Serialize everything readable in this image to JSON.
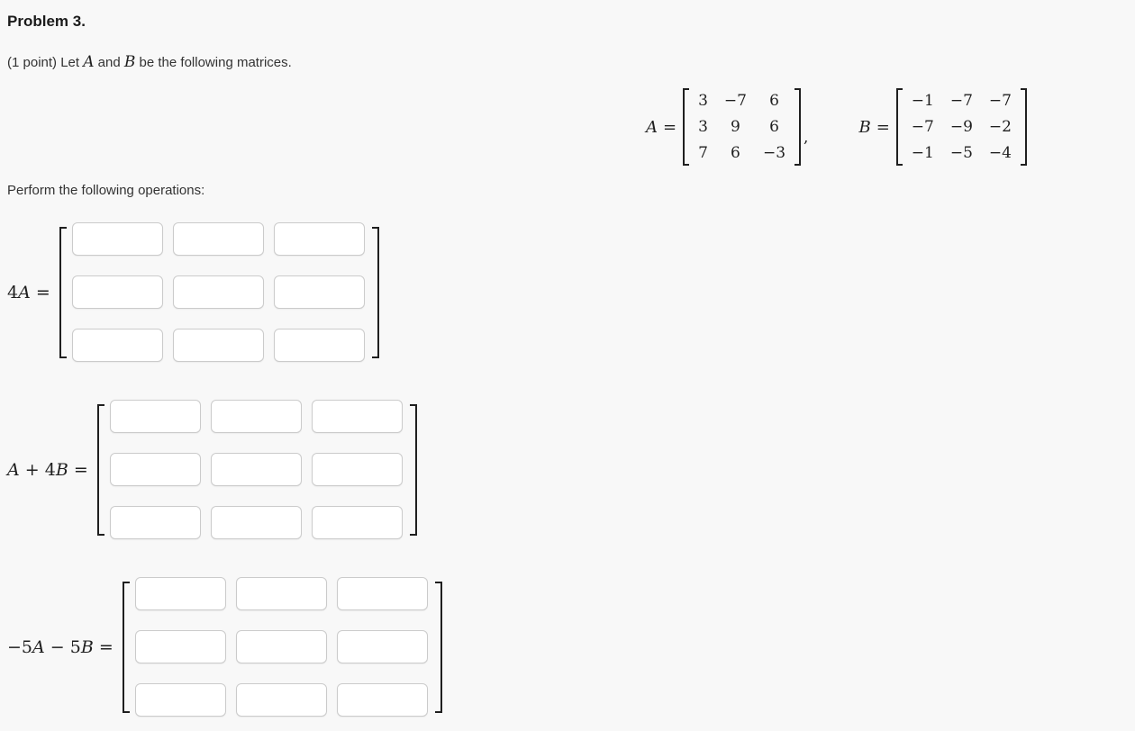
{
  "page": {
    "title": "Problem 3.",
    "intro": {
      "prefix": "(1 point) Let ",
      "var_a": "A",
      "mid": " and ",
      "var_b": "B",
      "suffix": " be the following matrices."
    },
    "instruction": "Perform the following operations:"
  },
  "matrix_definitions": {
    "comma": ",",
    "a": {
      "name": "A",
      "eq": "=",
      "rows": [
        [
          "3",
          "−7",
          "6"
        ],
        [
          "3",
          "9",
          "6"
        ],
        [
          "7",
          "6",
          "−3"
        ]
      ]
    },
    "b": {
      "name": "B",
      "eq": "=",
      "rows": [
        [
          "−1",
          "−7",
          "−7"
        ],
        [
          "−7",
          "−9",
          "−2"
        ],
        [
          "−1",
          "−5",
          "−4"
        ]
      ]
    }
  },
  "operations": [
    {
      "id": "4A",
      "label_tokens": [
        {
          "t": "4",
          "i": false
        },
        {
          "t": "A",
          "i": true
        },
        {
          "t": " =",
          "i": false
        }
      ],
      "answers": {
        "rows": 3,
        "cols": 3,
        "values": [
          [
            "",
            "",
            ""
          ],
          [
            "",
            "",
            ""
          ],
          [
            "",
            "",
            ""
          ]
        ]
      }
    },
    {
      "id": "A+4B",
      "label_tokens": [
        {
          "t": "A",
          "i": true
        },
        {
          "t": " + 4",
          "i": false
        },
        {
          "t": "B",
          "i": true
        },
        {
          "t": " =",
          "i": false
        }
      ],
      "answers": {
        "rows": 3,
        "cols": 3,
        "values": [
          [
            "",
            "",
            ""
          ],
          [
            "",
            "",
            ""
          ],
          [
            "",
            "",
            ""
          ]
        ]
      }
    },
    {
      "id": "-5A-5B",
      "label_tokens": [
        {
          "t": "−5",
          "i": false
        },
        {
          "t": "A",
          "i": true
        },
        {
          "t": " − 5",
          "i": false
        },
        {
          "t": "B",
          "i": true
        },
        {
          "t": " =",
          "i": false
        }
      ],
      "answers": {
        "rows": 3,
        "cols": 3,
        "values": [
          [
            "",
            "",
            ""
          ],
          [
            "",
            "",
            ""
          ],
          [
            "",
            "",
            ""
          ]
        ]
      }
    }
  ]
}
